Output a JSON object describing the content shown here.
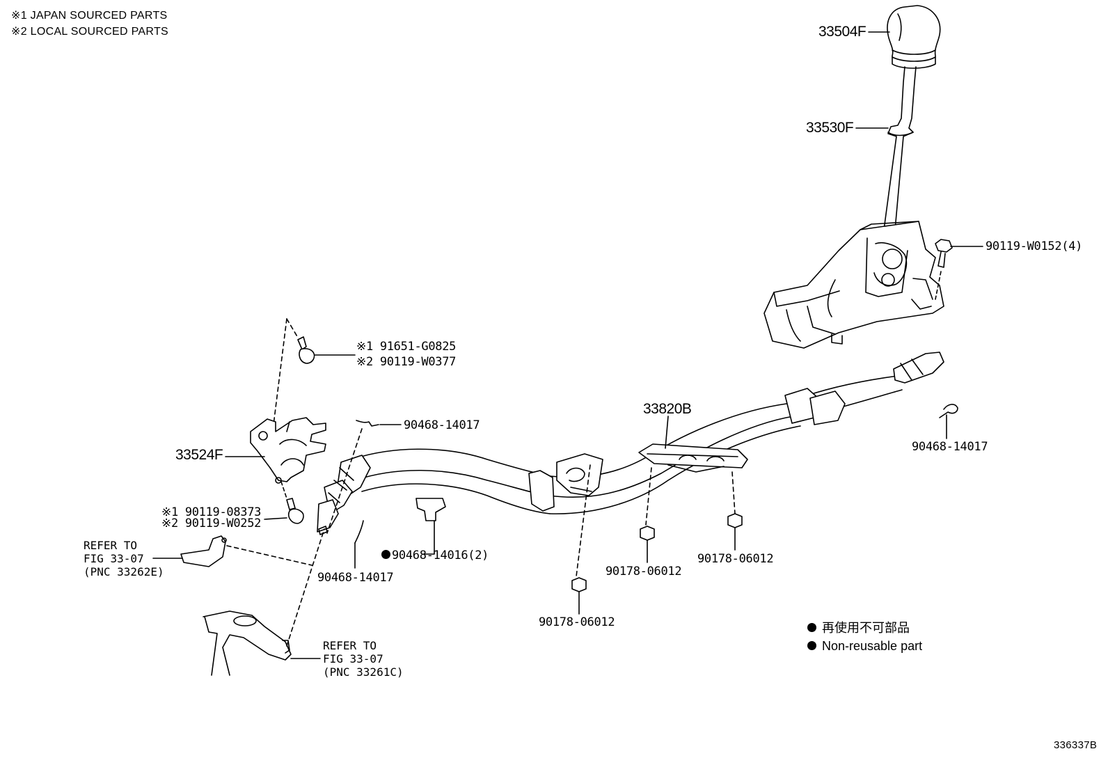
{
  "notes": {
    "japan": "※1 JAPAN SOURCED PARTS",
    "local": "※2 LOCAL SOURCED PARTS"
  },
  "parts": {
    "knob": "33504F",
    "lever": "33530F",
    "bolt_housing": "90119-W0152(4)",
    "bolt_top_1": "※1 91651-G0825",
    "bolt_top_2": "※2 90119-W0377",
    "bracket": "33524F",
    "bolt_low_1": "※1 90119-08373",
    "bolt_low_2": "※2 90119-W0252",
    "clip_top": "90468-14017",
    "clip_right": "90468-14017",
    "clip_bottom": "90468-14017",
    "clip_nonreuse": "90468-14016(2)",
    "cable": "33820B",
    "nut_a": "90178-06012",
    "nut_b": "90178-06012",
    "nut_c": "90178-06012"
  },
  "refer_1": {
    "line1": "REFER TO",
    "line2": "FIG 33-07",
    "line3": "(PNC 33262E)"
  },
  "refer_2": {
    "line1": "REFER TO",
    "line2": "FIG 33-07",
    "line3": "(PNC 33261C)"
  },
  "legend": {
    "jp": "再使用不可部品",
    "en": "Non-reusable part"
  },
  "figure_id": "336337B"
}
